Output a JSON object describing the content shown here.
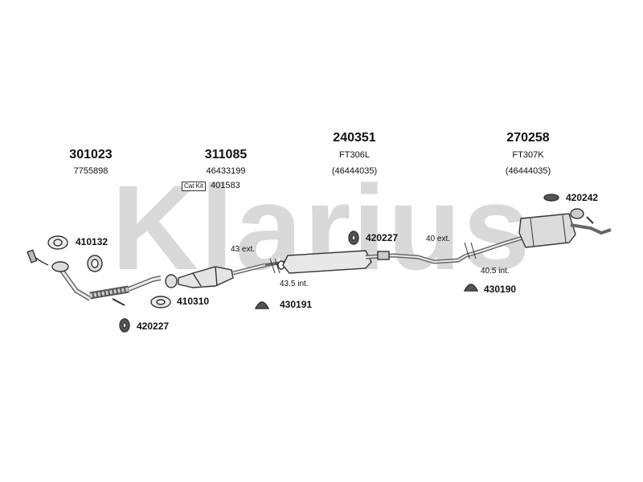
{
  "watermark": "Klarius",
  "headers": [
    {
      "id": "h1",
      "code": "301023",
      "sub": "7755898"
    },
    {
      "id": "h2",
      "code": "311085",
      "sub": "46433199"
    },
    {
      "id": "h3",
      "code": "240351",
      "sub": "FT306L",
      "sub2": "(46444035)"
    },
    {
      "id": "h4",
      "code": "270258",
      "sub": "FT307K",
      "sub2": "(46444035)"
    }
  ],
  "catkit": {
    "badge": "Cat Kit",
    "code": "401583"
  },
  "parts": {
    "p410132": "410132",
    "p410310": "410310",
    "p420227a": "420227",
    "p430191": "430191",
    "p420227b": "420227",
    "p430190": "430190",
    "p420242": "420242"
  },
  "annotations": {
    "a43ext": "43 ext.",
    "a435int": "43.5 int.",
    "a40ext": "40 ext.",
    "a405int": "40.5 int."
  }
}
